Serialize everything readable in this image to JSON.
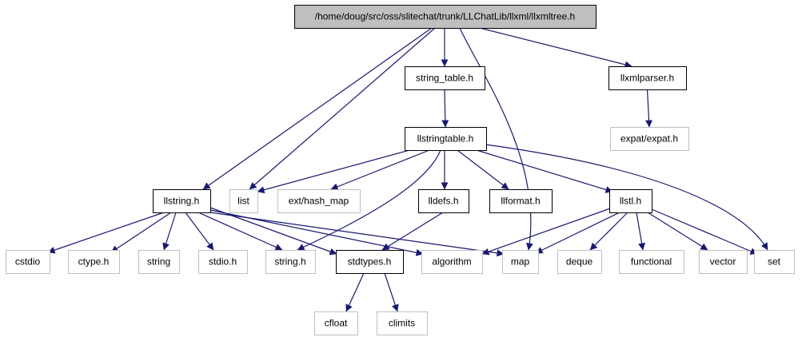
{
  "diagram": {
    "colors": {
      "edge": "#191970",
      "root_fill": "#bfbfbf",
      "local_border": "#000000",
      "external_border": "#bfbfbf",
      "background": "#ffffff"
    },
    "nodes": [
      {
        "id": "llxmltree",
        "label": "/home/doug/src/oss/slitechat/trunk/LLChatLib/llxml/llxmltree.h",
        "kind": "root"
      },
      {
        "id": "string_table",
        "label": "string_table.h",
        "kind": "local"
      },
      {
        "id": "llxmlparser",
        "label": "llxmlparser.h",
        "kind": "local"
      },
      {
        "id": "llstringtable",
        "label": "llstringtable.h",
        "kind": "local"
      },
      {
        "id": "expat",
        "label": "expat/expat.h",
        "kind": "external"
      },
      {
        "id": "llstring",
        "label": "llstring.h",
        "kind": "local"
      },
      {
        "id": "list",
        "label": "list",
        "kind": "external"
      },
      {
        "id": "hash_map",
        "label": "ext/hash_map",
        "kind": "external"
      },
      {
        "id": "lldefs",
        "label": "lldefs.h",
        "kind": "local"
      },
      {
        "id": "llformat",
        "label": "llformat.h",
        "kind": "local"
      },
      {
        "id": "llstl",
        "label": "llstl.h",
        "kind": "local"
      },
      {
        "id": "cstdio",
        "label": "cstdio",
        "kind": "external"
      },
      {
        "id": "ctype",
        "label": "ctype.h",
        "kind": "external"
      },
      {
        "id": "string",
        "label": "string",
        "kind": "external"
      },
      {
        "id": "stdio",
        "label": "stdio.h",
        "kind": "external"
      },
      {
        "id": "string_h",
        "label": "string.h",
        "kind": "external"
      },
      {
        "id": "stdtypes",
        "label": "stdtypes.h",
        "kind": "local"
      },
      {
        "id": "algorithm",
        "label": "algorithm",
        "kind": "external"
      },
      {
        "id": "map",
        "label": "map",
        "kind": "external"
      },
      {
        "id": "deque",
        "label": "deque",
        "kind": "external"
      },
      {
        "id": "functional",
        "label": "functional",
        "kind": "external"
      },
      {
        "id": "vector",
        "label": "vector",
        "kind": "external"
      },
      {
        "id": "set",
        "label": "set",
        "kind": "external"
      },
      {
        "id": "cfloat",
        "label": "cfloat",
        "kind": "external"
      },
      {
        "id": "climits",
        "label": "climits",
        "kind": "external"
      }
    ],
    "edges": [
      {
        "from": "llxmltree",
        "to": "llstring"
      },
      {
        "from": "llxmltree",
        "to": "list"
      },
      {
        "from": "llxmltree",
        "to": "string_table"
      },
      {
        "from": "llxmltree",
        "to": "map"
      },
      {
        "from": "llxmltree",
        "to": "llxmlparser"
      },
      {
        "from": "string_table",
        "to": "llstringtable"
      },
      {
        "from": "llxmlparser",
        "to": "expat"
      },
      {
        "from": "llstringtable",
        "to": "list"
      },
      {
        "from": "llstringtable",
        "to": "hash_map"
      },
      {
        "from": "llstringtable",
        "to": "string_h"
      },
      {
        "from": "llstringtable",
        "to": "lldefs"
      },
      {
        "from": "llstringtable",
        "to": "llformat"
      },
      {
        "from": "llstringtable",
        "to": "llstl"
      },
      {
        "from": "llstringtable",
        "to": "set"
      },
      {
        "from": "llstring",
        "to": "cstdio"
      },
      {
        "from": "llstring",
        "to": "ctype"
      },
      {
        "from": "llstring",
        "to": "string"
      },
      {
        "from": "llstring",
        "to": "stdio"
      },
      {
        "from": "llstring",
        "to": "string_h"
      },
      {
        "from": "llstring",
        "to": "stdtypes"
      },
      {
        "from": "llstring",
        "to": "algorithm"
      },
      {
        "from": "llstring",
        "to": "map"
      },
      {
        "from": "lldefs",
        "to": "stdtypes"
      },
      {
        "from": "llstl",
        "to": "algorithm"
      },
      {
        "from": "llstl",
        "to": "map"
      },
      {
        "from": "llstl",
        "to": "deque"
      },
      {
        "from": "llstl",
        "to": "functional"
      },
      {
        "from": "llstl",
        "to": "vector"
      },
      {
        "from": "llstl",
        "to": "set"
      },
      {
        "from": "stdtypes",
        "to": "cfloat"
      },
      {
        "from": "stdtypes",
        "to": "climits"
      }
    ]
  }
}
